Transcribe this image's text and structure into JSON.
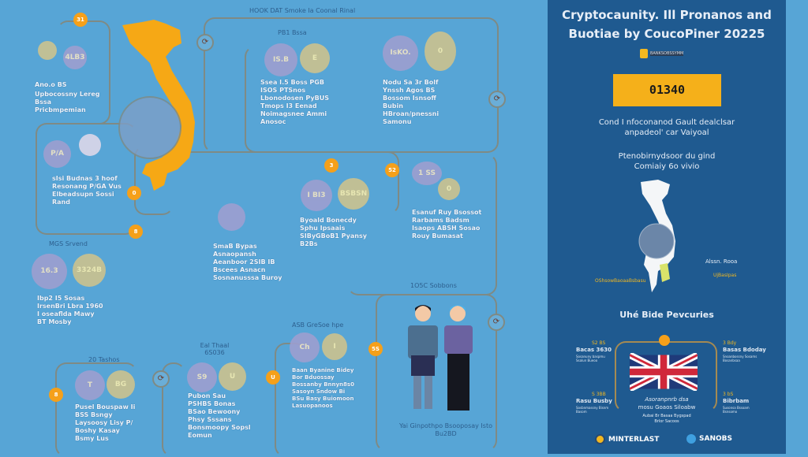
{
  "header": "HOOK DAT Smoke Ia Coonal Rinal",
  "left": {
    "badges": [
      "31",
      "0",
      "8",
      "3",
      "8",
      "U",
      "5S",
      "52",
      "0"
    ],
    "block1": {
      "coin": "4LB3",
      "title": "Ano.o BS",
      "body": "Upbocossny Lereg Bssa Pricbmpemian"
    },
    "block2": {
      "coin": "P/A",
      "body": "sIsi Budnas 3 hoof Resonang P/GA Vus Elbeadsupn Sossi Rand"
    },
    "block3": {
      "title": "MGS Srvend",
      "coin1": "16.3",
      "coin2": "3324B",
      "body": "Ibp2 I5 Sosas IrsenBri Lbra 1960 I oseaflda Mawy BT Mosby"
    },
    "block4": {
      "title": "PB1 Bssa",
      "coin1": "IS.B",
      "coin2": "E",
      "body": "Ssea I.5 Boss PGB ISOS PTSnos Lbonodosen PyBUS Tmops I3 Eenad Noimagsnee Ammi Anosoc"
    },
    "block5": {
      "coin1": "IsKO.",
      "coin2": "0",
      "body": "Nodu Sa 3r Bolf Ynssh Agos BS Bossom Isnsoff Bubin HBroan/pnessni Samonu"
    },
    "block6": {
      "coin1": "I BI3",
      "coin2": "BSBSN",
      "body": "Byoald Bonecdy Sphu Ipsaais SIByGBoB1 Pyansy B2Bs"
    },
    "block7": {
      "coin1": "1 SS",
      "coin2": "0",
      "body": "Esanuf Ruy Bsossot Rarbams Badsm Isaops ABSH Sosao Rouy Bumasat"
    },
    "block8": {
      "body": "SmaB Bypas Asnaopansh Aeanboor 2SIB IB Bscees Asnacn Sosnanusssa Buroy"
    },
    "block9": {
      "title": "20 Tashos",
      "coin1": "T",
      "coin2": "BG",
      "body": "Pusel Bouspaw Ii BSS Bsngy Laysoosy Lisy P/ Boshy Kasay Bsmy Lus"
    },
    "block10": {
      "title": "Eal Thaal 6S036",
      "coin1": "S9",
      "coin2": "U",
      "body": "Pubon Sau PSHBS Bonas BSao Bewoony Phsy Sssans Bonsmoopy Sopsl Eomun"
    },
    "block11": {
      "title": "ASB GreSoe hpe",
      "coin1": "Ch",
      "coin2": "I",
      "body": "Baan Byanine Bidey Bor Bduossay Bossanby Bnnyn8s0 Sasoyn Sndow Bi BSu Basy Buiomoon Lasuopanoos"
    },
    "people": {
      "title": "1O5C Sobbons",
      "caption": "Yai Ginpothpo Bsooposay Isto Bu2BD"
    }
  },
  "panel": {
    "title_line1": "Cryptocaunity. Ill Pronanos and",
    "title_line2": "Buotiae by CoucoPiner 20225",
    "logo_text": "BANKSOBSSYMM",
    "highlight_value": "01340",
    "desc1": "Cond I nfoconanod Gault dealclsar",
    "desc2": "anpadeol' car Vaiyoal",
    "desc3": "Ptenobirnydsoor du gind",
    "desc4": "Comiaiy 6o vivio",
    "map_label1": "Alssn. Rooa",
    "map_label2": "UjBasIpas",
    "map_label3": "OShsowBaoaaBsbasu",
    "section_title": "Uhé Bide Pevcuries",
    "corners": [
      {
        "year": "S2 BS",
        "title": "Bacas 3630",
        "body": "Sosanuny baspmu Ssalun Bueoo"
      },
      {
        "year": "3 Bdy",
        "title": "Basas Bdoday",
        "body": "Snoanbossny Sosams Bosanbsaa"
      },
      {
        "year": "S 3BB",
        "title": "Rasu Busby",
        "body": "Sosbnmassny Bisnm Basom"
      },
      {
        "year": "3 bS",
        "title": "Bibrbam",
        "body": "Susonsa Bssoam Bsnsomo"
      }
    ],
    "flag_caption1": "Asoranpnrb dsa",
    "flag_caption2": "mosu Goaos Siloabw",
    "flag_caption3": "Aubai Br Basaa Bygspad",
    "flag_caption4": "Brlor Sacoos",
    "footer_logo1": "MINTERLAST",
    "footer_logo2": "SANOBS"
  },
  "colors": {
    "background": "#57a5d6",
    "panel": "#1f5a90",
    "accent": "#f5a01a",
    "highlight": "#f5b01a"
  }
}
